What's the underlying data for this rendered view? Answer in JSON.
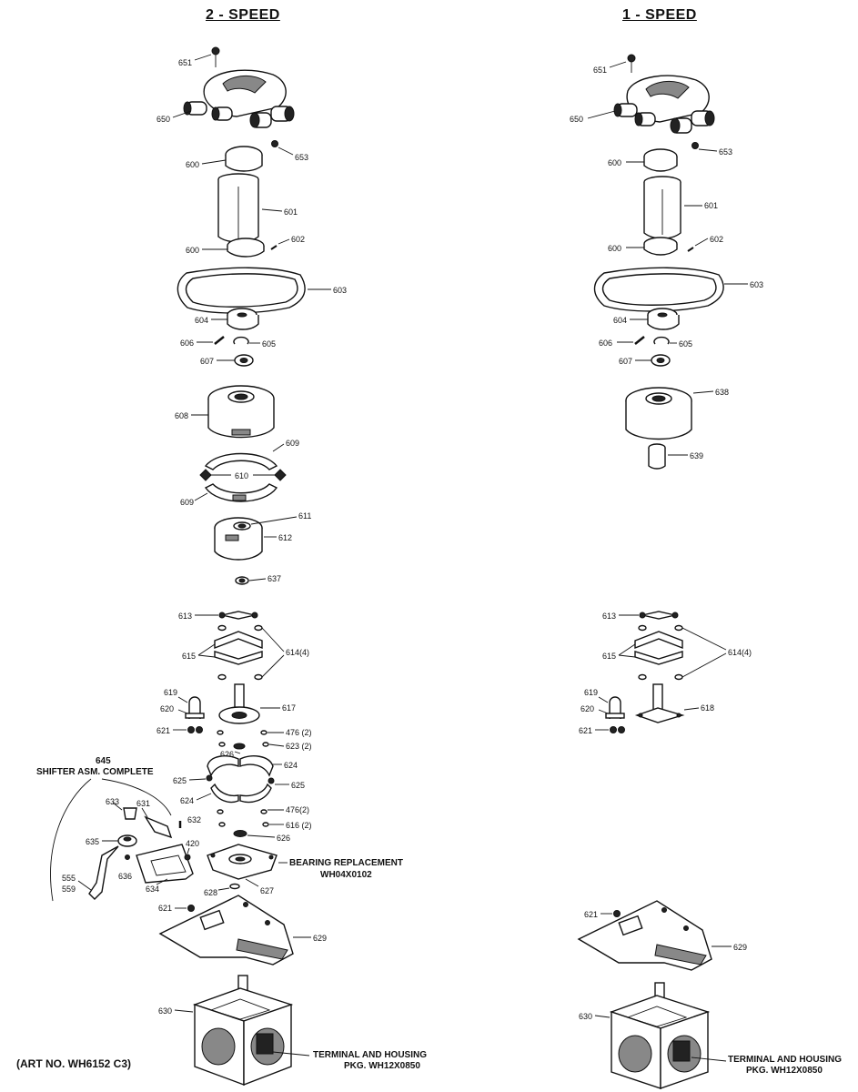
{
  "headings": {
    "left": "2 - SPEED",
    "right": "1 - SPEED"
  },
  "shifter": {
    "number": "645",
    "label": "SHIFTER ASM. COMPLETE"
  },
  "bearing": {
    "title": "BEARING REPLACEMENT",
    "part": "WH04X0102"
  },
  "terminal": {
    "title": "TERMINAL AND HOUSING",
    "part": "PKG. WH12X0850"
  },
  "art_no": "(ART NO. WH6152 C3)",
  "left_labels": {
    "l651": "651",
    "l650": "650",
    "l653": "653",
    "l600a": "600",
    "l601": "601",
    "l600b": "600",
    "l602": "602",
    "l603": "603",
    "l604": "604",
    "l606": "606",
    "l605": "605",
    "l607": "607",
    "l608": "608",
    "l609a": "609",
    "l610": "610",
    "l609b": "609",
    "l611": "611",
    "l612": "612",
    "l637": "637",
    "l613": "613",
    "l615": "615",
    "l614": "614(4)",
    "l619": "619",
    "l620": "620",
    "l617": "617",
    "l621a": "621",
    "l476a": "476 (2)",
    "l623": "623 (2)",
    "l626a": "626",
    "l624a": "624",
    "l625a": "625",
    "l625b": "625",
    "l624b": "624",
    "l476b": "476(2)",
    "l616": "616 (2)",
    "l626b": "626",
    "l633": "633",
    "l631": "631",
    "l632": "632",
    "l635": "635",
    "l420": "420",
    "l636": "636",
    "l634": "634",
    "l555": "555",
    "l559": "559",
    "l628": "628",
    "l627": "627",
    "l621b": "621",
    "l629": "629",
    "l630": "630"
  },
  "right_labels": {
    "r651": "651",
    "r650": "650",
    "r653": "653",
    "r600a": "600",
    "r601": "601",
    "r600b": "600",
    "r602": "602",
    "r603": "603",
    "r604": "604",
    "r606": "606",
    "r605": "605",
    "r607": "607",
    "r638": "638",
    "r639": "639",
    "r613": "613",
    "r615": "615",
    "r614": "614(4)",
    "r619": "619",
    "r620": "620",
    "r618": "618",
    "r621a": "621",
    "r621b": "621",
    "r629": "629",
    "r630": "630"
  }
}
